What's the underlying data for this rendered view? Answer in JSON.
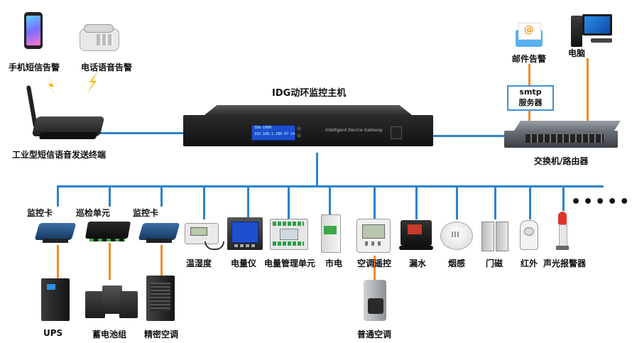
{
  "title": "IDG动环监控主机",
  "device_panel": {
    "brand_text": "Intelligent Device Gateway",
    "lcd_line1": "IDG-1000",
    "lcd_line2": "192.168.1.100 07-14"
  },
  "top_left": {
    "mobile_sms_alarm": "手机短信告警",
    "phone_voice_alarm": "电话语音告警",
    "sms_terminal": "工业型短信语音发送终端"
  },
  "top_right": {
    "email_alarm": "邮件告警",
    "computer": "电脑",
    "smtp_line1": "smtp",
    "smtp_line2": "服务器",
    "switch_router": "交换机/路由器"
  },
  "bus_devices": [
    {
      "label": "监控卡"
    },
    {
      "label": "巡检单元"
    },
    {
      "label": "监控卡"
    },
    {
      "label": "温湿度"
    },
    {
      "label": "电量仪"
    },
    {
      "label": "电量管理单元"
    },
    {
      "label": "市电"
    },
    {
      "label": "空调遥控"
    },
    {
      "label": "漏水"
    },
    {
      "label": "烟感"
    },
    {
      "label": "门磁"
    },
    {
      "label": "红外"
    },
    {
      "label": "声光报警器"
    }
  ],
  "bottom_devices": {
    "ups": "UPS",
    "battery": "蓄电池组",
    "precision_ac": "精密空调",
    "ordinary_ac": "普通空调"
  },
  "ellipsis": "•••••",
  "colors": {
    "bus_line": "#2f82c8",
    "link_line": "#f08a2a",
    "accent_blue": "#3f8fd6"
  }
}
